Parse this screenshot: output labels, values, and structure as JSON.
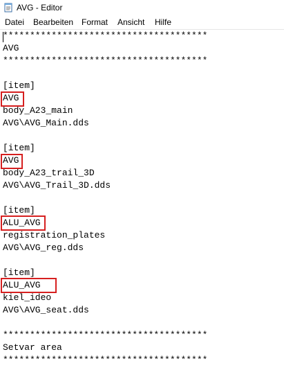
{
  "window": {
    "title": "AVG - Editor",
    "icon": "notepad-icon"
  },
  "menu": {
    "items": [
      "Datei",
      "Bearbeiten",
      "Format",
      "Ansicht",
      "Hilfe"
    ]
  },
  "editor": {
    "lines": [
      "**************************************",
      "AVG",
      "**************************************",
      "",
      "[item]",
      "AVG",
      "body_A23_main",
      "AVG\\AVG_Main.dds",
      "",
      "[item]",
      "AVG",
      "body_A23_trail_3D",
      "AVG\\AVG_Trail_3D.dds",
      "",
      "[item]",
      "ALU_AVG",
      "registration_plates",
      "AVG\\AVG_reg.dds",
      "",
      "[item]",
      "ALU_AVG",
      "kiel_ideo",
      "AVG\\AVG_seat.dds",
      "",
      "**************************************",
      "Setvar area",
      "**************************************"
    ],
    "highlight_color": "#d61f1f"
  }
}
